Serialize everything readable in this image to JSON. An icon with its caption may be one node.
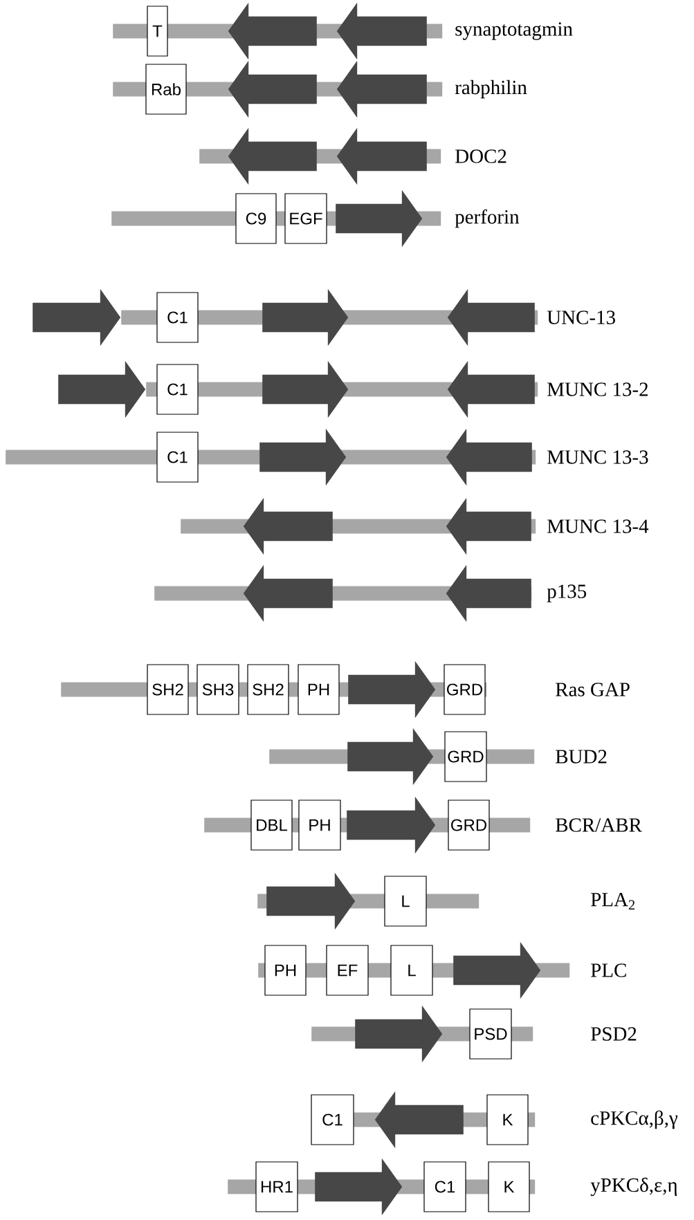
{
  "diagram": {
    "nodes": [
      {
        "text": [],
        "shape": "bar",
        "beside": [
          "synaptotagmin"
        ]
      },
      {
        "text": [
          "T"
        ]
      },
      {
        "text": [],
        "shape": "arrow"
      },
      {
        "text": [],
        "shape": "arrow"
      },
      {
        "text": [],
        "shape": "bar",
        "beside": [
          "rabphilin"
        ]
      },
      {
        "text": [
          "Rab"
        ]
      },
      {
        "text": [],
        "shape": "arrow"
      },
      {
        "text": [],
        "shape": "arrow"
      },
      {
        "text": [],
        "shape": "bar",
        "beside": [
          "DOC2"
        ]
      },
      {
        "text": [],
        "shape": "arrow"
      },
      {
        "text": [],
        "shape": "arrow"
      },
      {
        "text": [],
        "shape": "bar",
        "beside": [
          "perforin"
        ]
      },
      {
        "text": [
          "C9"
        ]
      },
      {
        "text": [
          "EGF"
        ]
      },
      {
        "text": [],
        "shape": "arrow"
      },
      {
        "text": [],
        "shape": "bar",
        "beside": [
          "UNC-13"
        ]
      },
      {
        "text": [],
        "shape": "arrow"
      },
      {
        "text": [
          "C1"
        ]
      },
      {
        "text": [],
        "shape": "arrow"
      },
      {
        "text": [],
        "shape": "arrow"
      },
      {
        "text": [],
        "shape": "bar",
        "beside": [
          "MUNC 13-2"
        ]
      },
      {
        "text": [],
        "shape": "arrow"
      },
      {
        "text": [
          "C1"
        ]
      },
      {
        "text": [],
        "shape": "arrow"
      },
      {
        "text": [],
        "shape": "arrow"
      },
      {
        "text": [],
        "shape": "bar",
        "beside": [
          "MUNC 13-3"
        ]
      },
      {
        "text": [
          "C1"
        ]
      },
      {
        "text": [],
        "shape": "arrow"
      },
      {
        "text": [],
        "shape": "arrow"
      },
      {
        "text": [],
        "shape": "bar",
        "beside": [
          "MUNC 13-4"
        ]
      },
      {
        "text": [],
        "shape": "arrow"
      },
      {
        "text": [],
        "shape": "arrow"
      },
      {
        "text": [],
        "shape": "bar",
        "beside": [
          "p135"
        ]
      },
      {
        "text": [],
        "shape": "arrow"
      },
      {
        "text": [],
        "shape": "arrow"
      },
      {
        "text": [],
        "shape": "bar",
        "beside": [
          "Ras GAP"
        ]
      },
      {
        "text": [
          "SH2"
        ]
      },
      {
        "text": [
          "SH3"
        ]
      },
      {
        "text": [
          "SH2"
        ]
      },
      {
        "text": [
          "PH"
        ]
      },
      {
        "text": [],
        "shape": "arrow"
      },
      {
        "text": [
          "GRD"
        ]
      },
      {
        "text": [],
        "shape": "bar",
        "beside": [
          "BUD2"
        ]
      },
      {
        "text": [],
        "shape": "arrow"
      },
      {
        "text": [
          "GRD"
        ]
      },
      {
        "text": [],
        "shape": "bar",
        "beside": [
          "BCR/ABR"
        ]
      },
      {
        "text": [
          "DBL"
        ]
      },
      {
        "text": [
          "PH"
        ]
      },
      {
        "text": [],
        "shape": "arrow"
      },
      {
        "text": [
          "GRD"
        ]
      },
      {
        "text": [],
        "shape": "bar"
      },
      {
        "text": [],
        "shape": "arrow"
      },
      {
        "text": [
          "L"
        ]
      },
      {
        "text": [],
        "shape": "bar",
        "beside": [
          "PLC"
        ]
      },
      {
        "text": [
          "PH"
        ]
      },
      {
        "text": [
          "EF"
        ]
      },
      {
        "text": [
          "L"
        ]
      },
      {
        "text": [],
        "shape": "arrow"
      },
      {
        "text": [],
        "shape": "bar",
        "beside": [
          "PSD2"
        ]
      },
      {
        "text": [],
        "shape": "arrow"
      },
      {
        "text": [
          "PSD"
        ]
      },
      {
        "text": [],
        "shape": "bar",
        "beside": [
          "cPKCα,β,γ"
        ]
      },
      {
        "text": [
          "C1"
        ]
      },
      {
        "text": [],
        "shape": "arrow"
      },
      {
        "text": [
          "K"
        ]
      },
      {
        "text": [],
        "shape": "bar",
        "beside": [
          "yPKCδ,ε,η"
        ]
      },
      {
        "text": [
          "HR1"
        ]
      },
      {
        "text": [],
        "shape": "arrow"
      },
      {
        "text": [
          "C1"
        ]
      },
      {
        "text": [
          "K"
        ]
      }
    ],
    "labels": [
      "PLA$_{2}$"
    ]
  }
}
